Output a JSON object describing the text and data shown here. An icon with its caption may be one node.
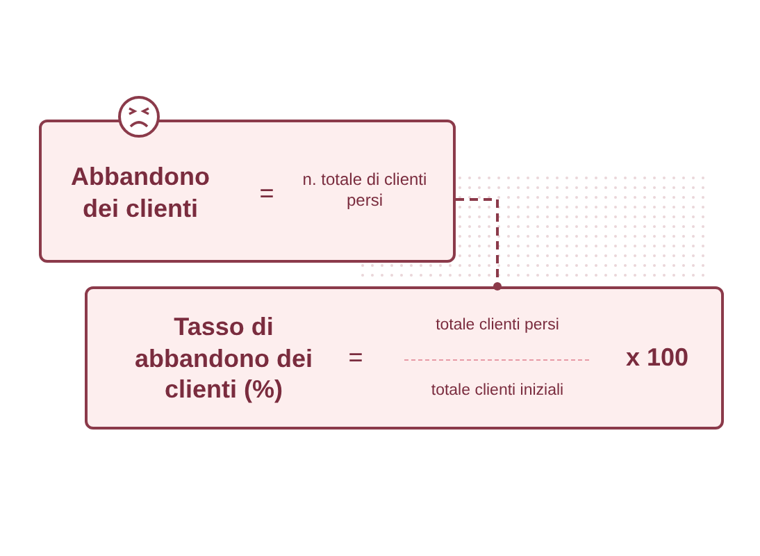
{
  "diagram": {
    "nodes": [
      {
        "text": [
          "Abbandono dei clienti",
          "=",
          "n. totale di clienti persi"
        ]
      },
      {
        "text": [
          "Tasso di abbandono dei clienti (%)",
          "=",
          "totale clienti persi",
          "totale clienti iniziali",
          "x 100"
        ]
      }
    ],
    "edges": [
      {
        "from": 0,
        "to": 1,
        "arrow": "other",
        "style": "dashed"
      }
    ]
  }
}
